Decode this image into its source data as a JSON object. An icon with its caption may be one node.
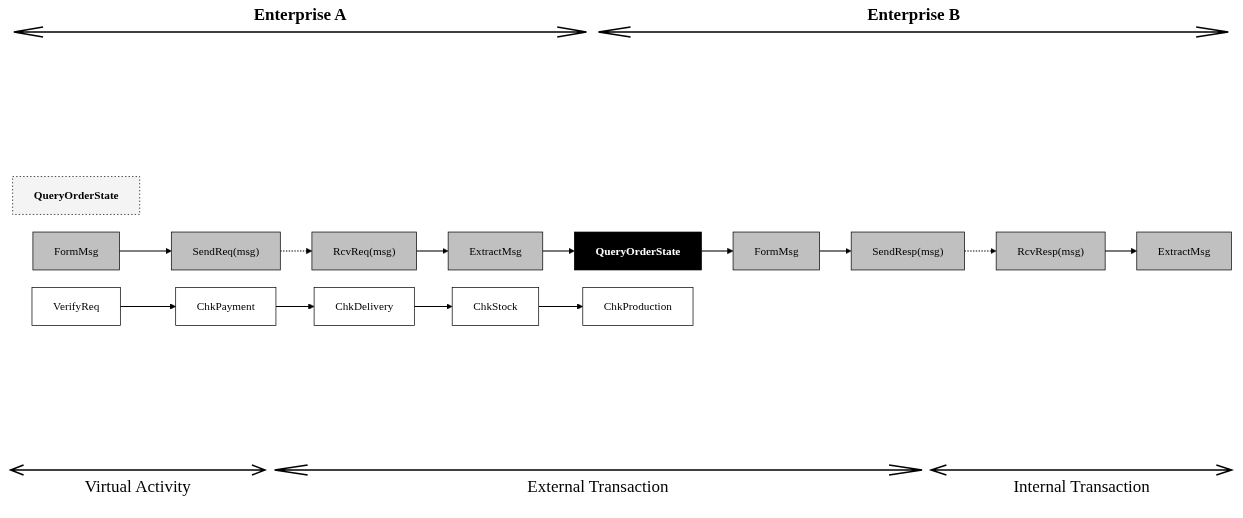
{
  "diagram": {
    "nodes": [
      {
        "text": [
          "QueryOrderState"
        ]
      },
      {
        "text": [
          "FormMsg"
        ]
      },
      {
        "text": [
          "SendReq(msg)"
        ]
      },
      {
        "text": [
          "ExtractMsg"
        ]
      },
      {
        "text": [
          "RcvReq(msg)"
        ]
      },
      {
        "text": [
          "QueryOrderState"
        ]
      },
      {
        "text": [
          "VerifyReq"
        ]
      },
      {
        "text": [
          "ChkPayment"
        ]
      },
      {
        "text": [
          "ChkDelivery"
        ]
      },
      {
        "text": [
          "ChkStock"
        ]
      },
      {
        "text": [
          "ChkProduction"
        ]
      },
      {
        "text": [
          "RcvResp(msg)"
        ]
      },
      {
        "text": [
          "SendResp(msg)"
        ]
      },
      {
        "text": [
          "ExtractMsg"
        ]
      },
      {
        "text": [
          "FormMsg"
        ]
      }
    ],
    "edges": [
      {
        "from": 1,
        "to": 2,
        "arrow": "to"
      },
      {
        "from": 2,
        "to": 4,
        "arrow": "to",
        "style": "dashed"
      },
      {
        "from": 4,
        "to": 3,
        "arrow": "to"
      },
      {
        "from": 3,
        "to": 5,
        "arrow": "to"
      },
      {
        "from": 5,
        "to": 14,
        "arrow": "to"
      },
      {
        "from": 14,
        "to": 12,
        "arrow": "to"
      },
      {
        "from": 12,
        "to": 11,
        "arrow": "to",
        "style": "dashed"
      },
      {
        "from": 11,
        "to": 13,
        "arrow": "to"
      },
      {
        "from": 6,
        "to": 7,
        "arrow": "to"
      },
      {
        "from": 7,
        "to": 8,
        "arrow": "to"
      },
      {
        "from": 8,
        "to": 9,
        "arrow": "to"
      },
      {
        "from": 9,
        "to": 10,
        "arrow": "to"
      }
    ],
    "labels": [
      "Enterprise A",
      "Enterprise B",
      "Virtual Activity",
      "External Transaction",
      "Internal Transaction"
    ]
  }
}
